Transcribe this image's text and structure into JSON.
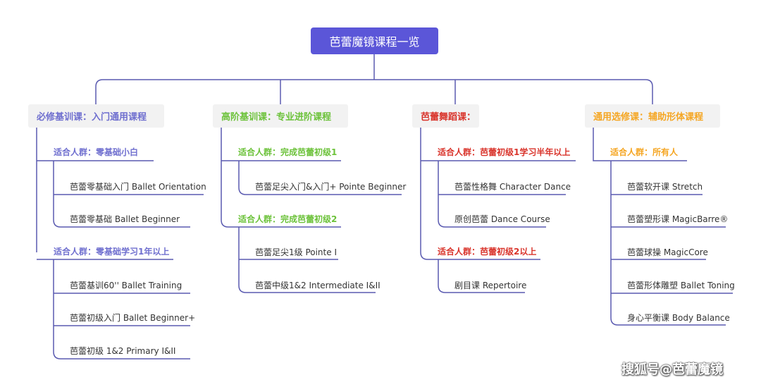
{
  "title": "芭蕾魔镜课程一览",
  "watermark": "搜狐号@芭蕾魔镜",
  "colors": {
    "root": "#5b56d8",
    "purple": "#6f6fcf",
    "green": "#6cc23a",
    "red": "#d9342b",
    "orange": "#f5a623",
    "line": "#5a5ab0"
  },
  "columns": [
    {
      "category": "必修基训课：入门通用课程",
      "groups": [
        {
          "label": "适合人群：零基础小白",
          "items": [
            "芭蕾零基础入门 Ballet Orientation",
            "芭蕾零基础 Ballet Beginner"
          ]
        },
        {
          "label": "适合人群：零基础学习1年以上",
          "items": [
            "芭蕾基训60'' Ballet Training",
            "芭蕾初级入门 Ballet Beginner+",
            "芭蕾初级 1&2 Primary I&II"
          ]
        }
      ]
    },
    {
      "category": "高阶基训课：专业进阶课程",
      "groups": [
        {
          "label": "适合人群：完成芭蕾初级1",
          "items": [
            "芭蕾足尖入门&入门+ Pointe Beginner"
          ]
        },
        {
          "label": "适合人群：完成芭蕾初级2",
          "items": [
            "芭蕾足尖1级 Pointe I",
            "芭蕾中级1&2 Intermediate I&II"
          ]
        }
      ]
    },
    {
      "category": "芭蕾舞蹈课：",
      "groups": [
        {
          "label": "适合人群：芭蕾初级1学习半年以上",
          "items": [
            "芭蕾性格舞 Character Dance",
            "原创芭蕾 Dance Course"
          ]
        },
        {
          "label": "适合人群：芭蕾初级2以上",
          "items": [
            "剧目课 Repertoire"
          ]
        }
      ]
    },
    {
      "category": "通用选修课：辅助形体课程",
      "groups": [
        {
          "label": "适合人群：所有人",
          "items": [
            "芭蕾软开课 Stretch",
            "芭蕾塑形课 MagicBarre®",
            "芭蕾球操 MagicCore",
            "芭蕾形体雕塑 Ballet Toning",
            "身心平衡课 Body Balance"
          ]
        }
      ]
    }
  ]
}
